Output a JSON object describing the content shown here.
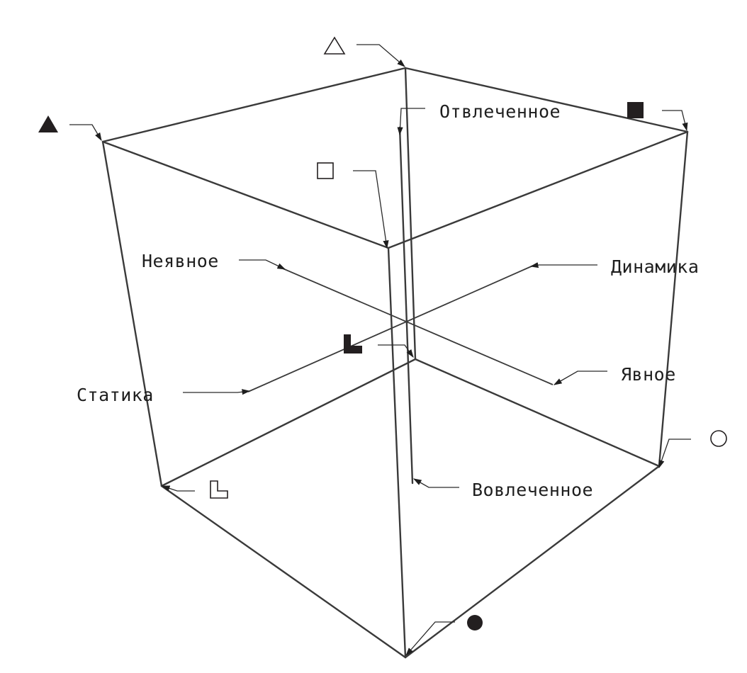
{
  "labels": {
    "top": "Отвлеченное",
    "bottom": "Вовлеченное",
    "left_back": "Неявное",
    "right_front": "Явное",
    "right_back": "Динамика",
    "left_front": "Статика"
  },
  "markers": {
    "top_back": "open-triangle",
    "top_left": "filled-triangle",
    "top_right": "filled-square",
    "top_front": "open-square",
    "center": "filled-l-shape",
    "bottom_left": "open-l-shape",
    "bottom_right": "open-circle",
    "bottom_front": "filled-circle"
  },
  "colors": {
    "line": "#3a3a3a",
    "marker": "#231f20",
    "background": "#ffffff"
  }
}
